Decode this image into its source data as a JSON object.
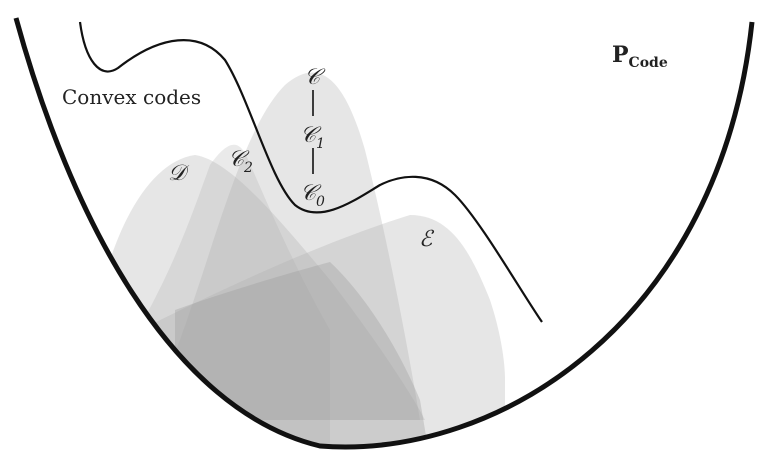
{
  "labels": {
    "poset": "P",
    "poset_sub": "Code",
    "convex": "Convex codes",
    "C": "𝒞",
    "C1": "𝒞",
    "C1_sub": "1",
    "C2": "𝒞",
    "C2_sub": "2",
    "C0": "𝒞",
    "C0_sub": "0",
    "D": "𝒟",
    "E": "ℰ"
  },
  "colors": {
    "region_fill": "#ababab",
    "outline": "#111111",
    "background": "#ffffff"
  }
}
